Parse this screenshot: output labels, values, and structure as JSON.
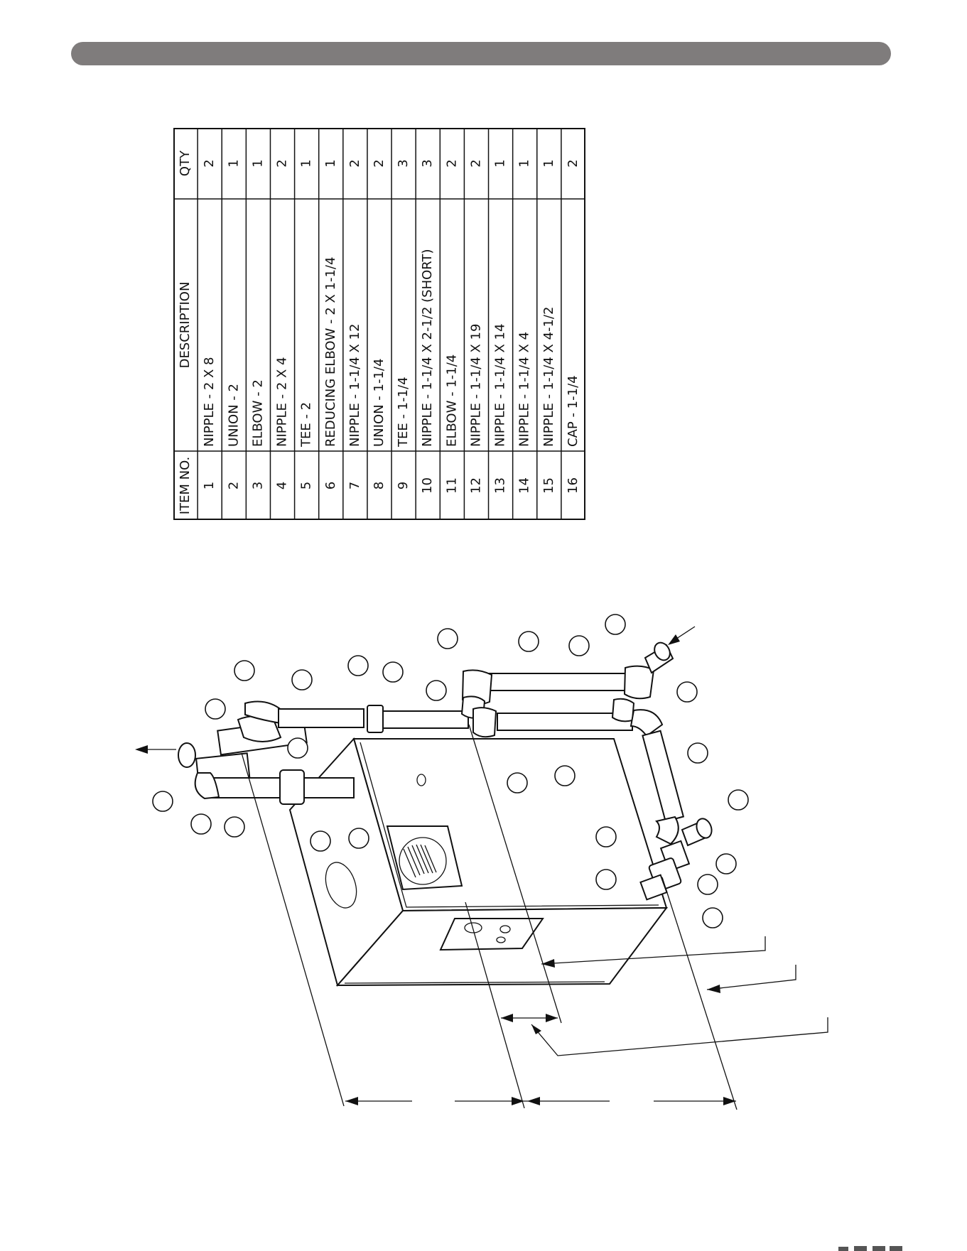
{
  "parts_table": {
    "headers": {
      "item_no": "ITEM NO.",
      "description": "DESCRIPTION",
      "qty": "QTY"
    },
    "rows": [
      {
        "item": "1",
        "description": "NIPPLE - 2 X 8",
        "qty": "2"
      },
      {
        "item": "2",
        "description": "UNION - 2",
        "qty": "1"
      },
      {
        "item": "3",
        "description": "ELBOW - 2",
        "qty": "1"
      },
      {
        "item": "4",
        "description": "NIPPLE - 2 X 4",
        "qty": "2"
      },
      {
        "item": "5",
        "description": "TEE - 2",
        "qty": "1"
      },
      {
        "item": "6",
        "description": "REDUCING ELBOW - 2 X 1-1/4",
        "qty": "1"
      },
      {
        "item": "7",
        "description": "NIPPLE - 1-1/4 X 12",
        "qty": "2"
      },
      {
        "item": "8",
        "description": "UNION - 1-1/4",
        "qty": "2"
      },
      {
        "item": "9",
        "description": "TEE - 1-1/4",
        "qty": "3"
      },
      {
        "item": "10",
        "description": "NIPPLE - 1-1/4 X 2-1/2 (SHORT)",
        "qty": "3"
      },
      {
        "item": "11",
        "description": "ELBOW - 1-1/4",
        "qty": "2"
      },
      {
        "item": "12",
        "description": "NIPPLE - 1-1/4 X 19",
        "qty": "2"
      },
      {
        "item": "13",
        "description": "NIPPLE - 1-1/4 X 14",
        "qty": "1"
      },
      {
        "item": "14",
        "description": "NIPPLE - 1-1/4 X 4",
        "qty": "1"
      },
      {
        "item": "15",
        "description": "NIPPLE - 1-1/4 X 4-1/2",
        "qty": "1"
      },
      {
        "item": "16",
        "description": "CAP - 1-1/4",
        "qty": "2"
      }
    ]
  },
  "colors": {
    "header_bar": "#7f7c7c",
    "line": "#111111"
  }
}
